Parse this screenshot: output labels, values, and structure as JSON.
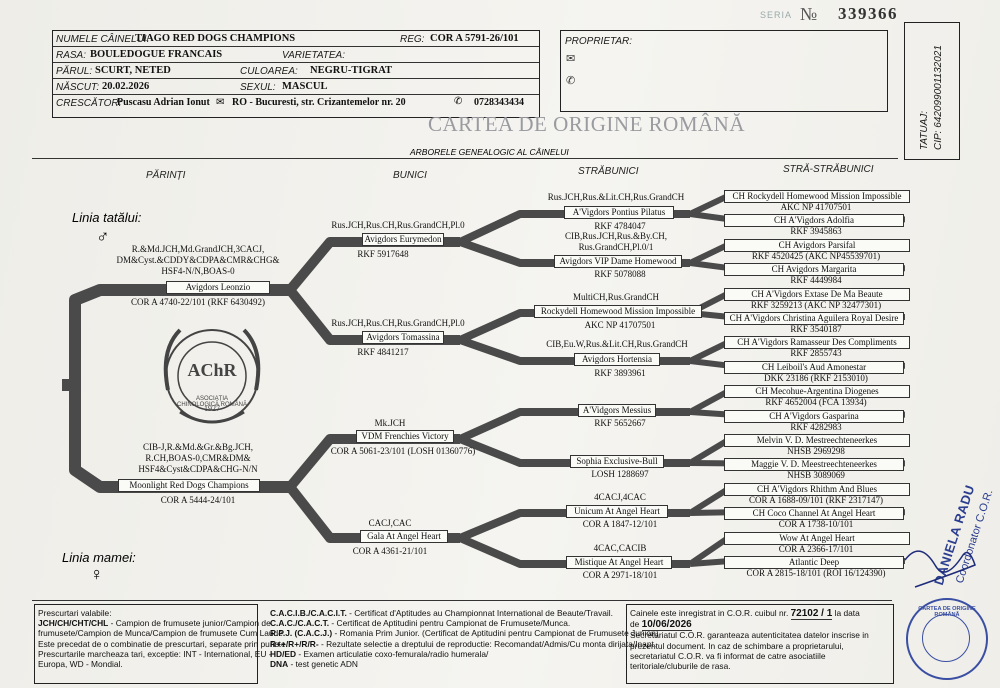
{
  "serial": {
    "label": "SERIA",
    "no_symbol": "№",
    "number": "339366"
  },
  "dog": {
    "name_label": "NUMELE CÂINELUI:",
    "name": "TIAGO RED DOGS CHAMPIONS",
    "reg_label": "REG:",
    "reg": "COR A 5791-26/101",
    "breed_label": "RASA:",
    "breed": "BOULEDOGUE FRANCAIS",
    "variety_label": "VARIETATEA:",
    "coat_label": "PĂRUL:",
    "coat": "SCURT, NETED",
    "color_label": "CULOAREA:",
    "color": "NEGRU-TIGRAT",
    "born_label": "NĂSCUT:",
    "born": "20.02.2026",
    "sex_label": "SEXUL:",
    "sex": "MASCUL",
    "breeder_label": "CRESCĂTOR:",
    "breeder": "Puscasu Adrian Ionut",
    "breeder_address": "RO - Bucuresti, str. Crizantemelor nr. 20",
    "breeder_phone": "0728343434"
  },
  "owner": {
    "label": "PROPRIETAR:"
  },
  "tattoo": {
    "label": "TATUAJ:",
    "chip": "CIP: 642099001132021"
  },
  "document_title": "CARTEA DE ORIGINE ROMÂNĂ",
  "tree_title": "ARBORELE GENEALOGIC AL CÂINELUI",
  "columns": [
    "PĂRINȚI",
    "BUNICI",
    "STRĂBUNICI",
    "STRĂ-STRĂBUNICI"
  ],
  "father_line": "Linia tatălui:",
  "mother_line": "Linia mamei:",
  "logo": {
    "text": "ASOCIAȚIA CHINOLOGICĂ ROMÂNĂ",
    "initials": "AChR",
    "year": "1927"
  },
  "parents": {
    "sire": {
      "titles": [
        "R.&Md.JCH,Md.GrandJCH,3CACJ,",
        "DM&Cyst.&CDDY&CDPA&CMR&CHG&",
        "HSF4-N/N,BOAS-0"
      ],
      "name": "Avigdors Leonzio",
      "reg": "COR A 4740-22/101 (RKF 6430492)"
    },
    "dam": {
      "titles": [
        "CIB-J,R.&Md.&Gr.&Bg.JCH,",
        "R.CH,BOAS-0,CMR&DM&",
        "HSF4&Cyst&CDPA&CHG-N/N"
      ],
      "name": "Moonlight Red Dogs Champions",
      "reg": "COR A 5444-24/101"
    }
  },
  "grandparents": [
    {
      "titles": "Rus.JCH,Rus.CH,Rus.GrandCH,Pl.0",
      "name": "Avigdors Eurymedon",
      "reg": "RKF 5917648"
    },
    {
      "titles": "Rus.JCH,Rus.CH,Rus.GrandCH,Pl.0",
      "name": "Avigdors Tomassina",
      "reg": "RKF 4841217"
    },
    {
      "titles": "Mk.JCH",
      "name": "VDM Frenchies Victory",
      "reg": "COR A 5061-23/101 (LOSH 01360776)"
    },
    {
      "titles": "CACJ,CAC",
      "name": "Gala At Angel Heart",
      "reg": "COR A 4361-21/101"
    }
  ],
  "great_grandparents": [
    {
      "titles": [
        "Rus.JCH,Rus.&Lit.CH,Rus.GrandCH"
      ],
      "name": "A'Vigdors Pontius Pilatus",
      "reg": "RKF 4784047"
    },
    {
      "titles": [
        "CIB,Rus.JCH,Rus.&By.CH,",
        "Rus.GrandCH,Pl.0/1"
      ],
      "name": "Avigdors VIP Dame Homewood",
      "reg": "RKF 5078088"
    },
    {
      "titles": [
        "MultiCH,Rus.GrandCH"
      ],
      "name": "Rockydell Homewood Mission Impossible",
      "reg": "AKC NP 41707501"
    },
    {
      "titles": [
        "CIB,Eu.W,Rus.&Lit.CH,Rus.GrandCH"
      ],
      "name": "Avigdors Hortensia",
      "reg": "RKF 3893961"
    },
    {
      "titles": [],
      "name": "A'Vidgors Messius",
      "reg": "RKF 5652667"
    },
    {
      "titles": [],
      "name": "Sophia Exclusive-Bull",
      "reg": "LOSH 1288697"
    },
    {
      "titles": [
        "4CACJ,4CAC"
      ],
      "name": "Unicum At Angel Heart",
      "reg": "COR A 1847-12/101"
    },
    {
      "titles": [
        "4CAC,CACIB"
      ],
      "name": "Mistique At Angel Heart",
      "reg": "COR A 2971-18/101"
    }
  ],
  "great_great_grandparents": [
    {
      "name": "CH Rockydell Homewood Mission Impossible",
      "reg": "AKC NP 41707501"
    },
    {
      "name": "CH A'Vigdors Adolfia",
      "reg": "RKF 3945863"
    },
    {
      "name": "CH Avigdors Parsifal",
      "reg": "RKF 4520425 (AKC NP45539701)"
    },
    {
      "name": "CH Avigdors Margarita",
      "reg": "RKF 4449984"
    },
    {
      "name": "CH A'Vigdors Extase De Ma Beaute",
      "reg": "RKF 3259213 (AKC NP 32477301)"
    },
    {
      "name": "CH A'Vigdors Christina Aguilera Royal Desire",
      "reg": "RKF 3540187"
    },
    {
      "name": "CH A'Vigdors Ramasseur Des Compliments",
      "reg": "RKF 2855743"
    },
    {
      "name": "CH Leiboil's Aud Amonestar",
      "reg": "DKK 23186 (RKF 2153010)"
    },
    {
      "name": "CH Mecohue-Argentina Diogenes",
      "reg": "RKF 4652004 (FCA 13934)"
    },
    {
      "name": "CH A'Vigdors Gasparina",
      "reg": "RKF 4282983"
    },
    {
      "name": "Melvin V. D. Mestreechteneerkes",
      "reg": "NHSB 2969298"
    },
    {
      "name": "Maggie V. D. Meestreechteneerkes",
      "reg": "NHSB 3089069"
    },
    {
      "name": "CH A'Vigdors Rhithm And Blues",
      "reg": "COR A 1688-09/101 (RKF 2317147)"
    },
    {
      "name": "CH Coco Channel At Angel Heart",
      "reg": "COR A 1738-10/101"
    },
    {
      "name": "Wow At Angel Heart",
      "reg": "COR A 2366-17/101"
    },
    {
      "name": "Atlantic Deep",
      "reg": "COR A 2815-18/101 (ROI 16/124390)"
    }
  ],
  "coordinator": {
    "name": "DANIELA RADU",
    "role": "Coordonator C.O.R."
  },
  "footer": {
    "col1": [
      {
        "bold": "",
        "text": "Prescurtari valabile:"
      },
      {
        "bold": "JCH/CH/CHT/CHL",
        "text": " - Campion de frumusete junior/Campion de"
      },
      {
        "bold": "",
        "text": "frumusete/Campion de Munca/Campion de frumusete Cum Laude."
      },
      {
        "bold": "",
        "text": "Este precedat de o combinatie de prescurtari, separate prin puncte."
      },
      {
        "bold": "",
        "text": "Prescurtarile marcheaza tari, exceptie: INT - International, EU -"
      },
      {
        "bold": "",
        "text": "Europa, WD - Mondial."
      }
    ],
    "col2": [
      {
        "bold": "C.A.C.I.B./C.A.C.I.T.",
        "text": " - Certificat d'Aptitudes au Championnat International de Beaute/Travail."
      },
      {
        "bold": "C.A.C./C.A.C.T.",
        "text": " - Certificat de Aptitudini pentru Campionat de Frumusete/Munca."
      },
      {
        "bold": "R.P.J. (C.A.C.J.)",
        "text": " - Romania Prim Junior. (Certificat de Aptitudini pentru Campionat de Frumusete Juniori)"
      },
      {
        "bold": "R++/R+/R/R-",
        "text": " - Rezultate selectie a dreptului de reproductie: Recomandat/Admis/Cu monta dirijata/Inapt."
      },
      {
        "bold": "HD/ED",
        "text": " - Examen articulatie coxo-femurala/radio humerala/"
      },
      {
        "bold": "DNA",
        "text": " - test genetic ADN"
      }
    ],
    "registration": {
      "line1_a": "Cainele este inregistrat in C.O.R. cuibul nr.",
      "number": "72102 / 1",
      "line1_b": "la data",
      "line2_a": "de",
      "date": "10/06/2026",
      "text": [
        "Secretariatul C.O.R. garanteaza autenticitatea datelor inscrise in",
        "prezentul document. In caz de schimbare a proprietarului,",
        "secretariatul C.O.R. va fi informat de catre asociatiile",
        "teritoriale/cluburile de rasa."
      ]
    },
    "stamp": {
      "text": "CARTEA DE ORIGINE ROMÂNĂ"
    }
  },
  "colors": {
    "tree": "#4a4a4a",
    "accent_blue": "#2a3d8f",
    "title_gray": "#9a9ba0",
    "serial": "#333333"
  }
}
